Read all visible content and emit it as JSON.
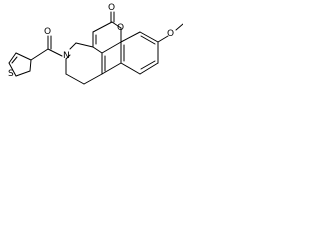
{
  "structure": {
    "atom_labels": {
      "carbonyl_oxygen": "O",
      "ring_oxygen": "O",
      "nitrogen": "N",
      "amide_oxygen": "O",
      "thiophene_sulfur": "S",
      "methoxy_oxygen": "O"
    }
  },
  "colors": {
    "bond": "#000000",
    "background": "#ffffff"
  }
}
